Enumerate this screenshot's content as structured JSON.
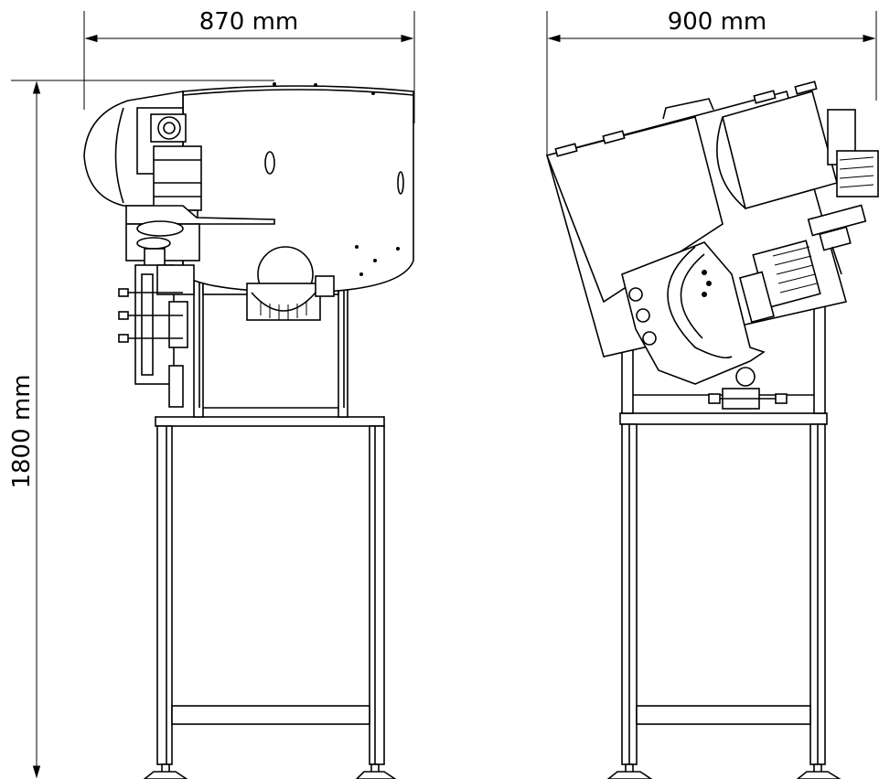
{
  "dimensions": {
    "left_width": "870 mm",
    "right_width": "900 mm",
    "height": "1800 mm"
  },
  "colors": {
    "ink": "#000000",
    "paper": "#ffffff"
  }
}
